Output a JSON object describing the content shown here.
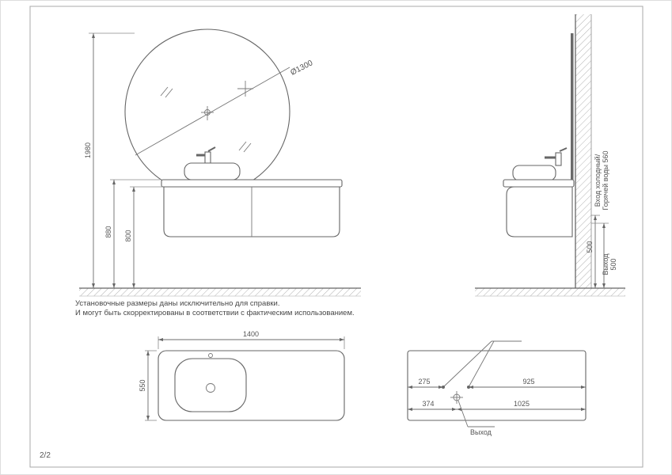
{
  "page": {
    "number": "2/2",
    "notes": [
      "Установочные размеры даны исключительно для справки.",
      "И могут быть скорректированы в соответствии с фактическим использованием."
    ]
  },
  "front_view": {
    "mirror_diameter_label": "Ø1300",
    "total_height": "1980",
    "counter_height": "880",
    "cabinet_height": "800"
  },
  "side_view": {
    "inlet_line1": "Вход холодный/",
    "inlet_line2": "Горячей воды 560",
    "mid_dim": "500",
    "outlet_line1": "Выход",
    "outlet_line2": "500"
  },
  "plan_view": {
    "width": "1400",
    "depth": "550"
  },
  "outlet_plan": {
    "left_offset": "275",
    "right_offset": "925",
    "drain_left": "374",
    "drain_right": "1025",
    "outlet_label": "Выход"
  },
  "colors": {
    "line": "#666666",
    "text": "#555555",
    "background": "#ffffff"
  }
}
